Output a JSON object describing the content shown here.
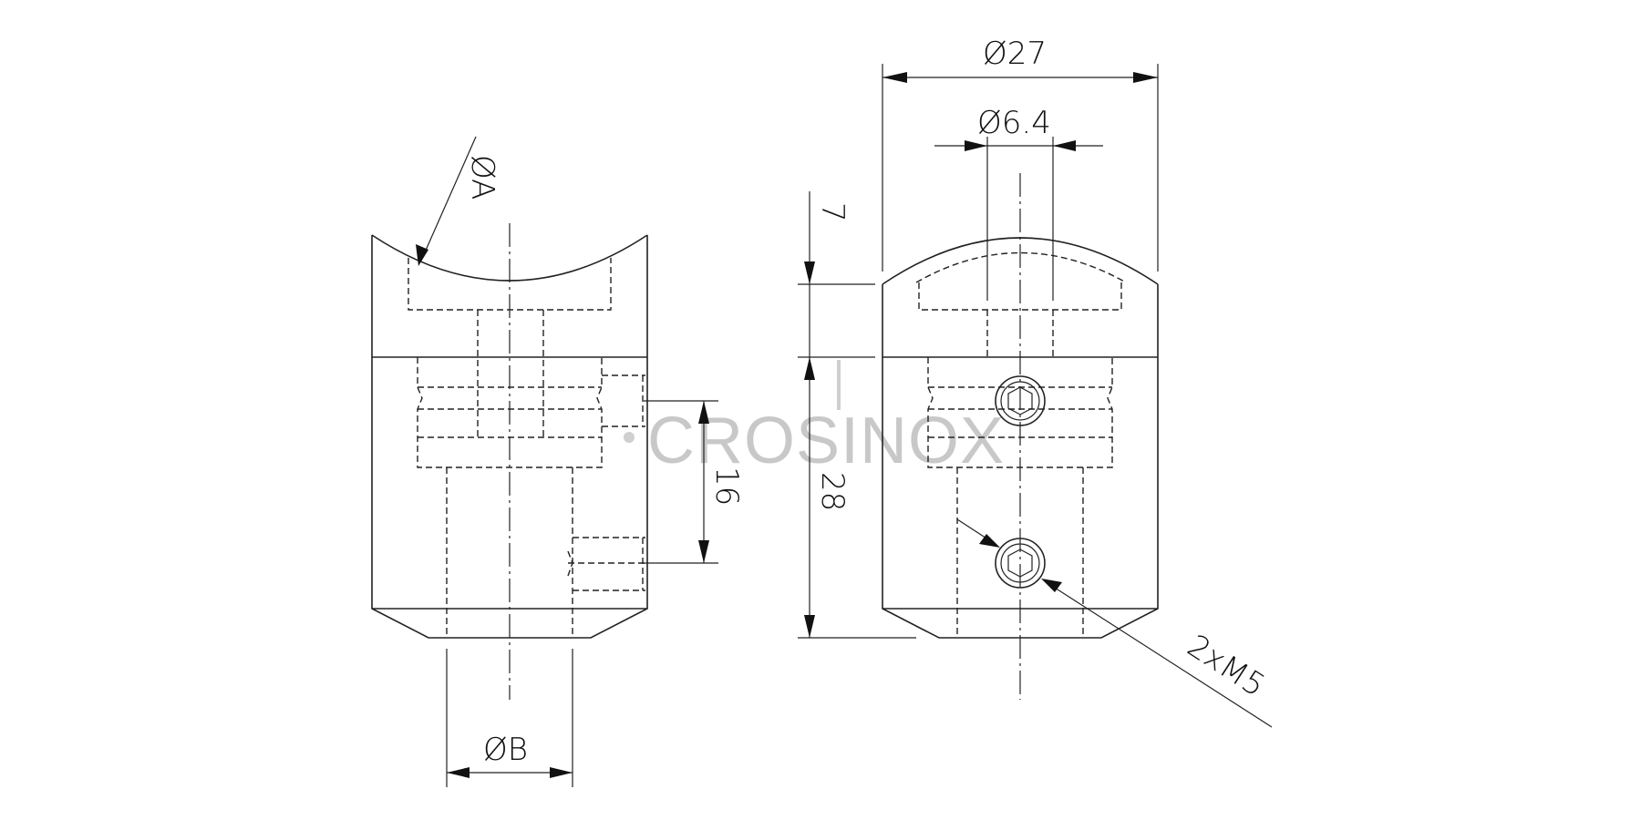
{
  "watermark": {
    "text": "CROSINOX"
  },
  "dimensions": {
    "dia_a": "ØA",
    "dia_b": "ØB",
    "dim_16": "16",
    "dia_27": "Ø27",
    "dia_6_4": "Ø6.4",
    "dim_7": "7",
    "dim_28": "28",
    "thread": "2xM5"
  },
  "colors": {
    "line": "#222222",
    "watermark": "#c8c8c8"
  }
}
